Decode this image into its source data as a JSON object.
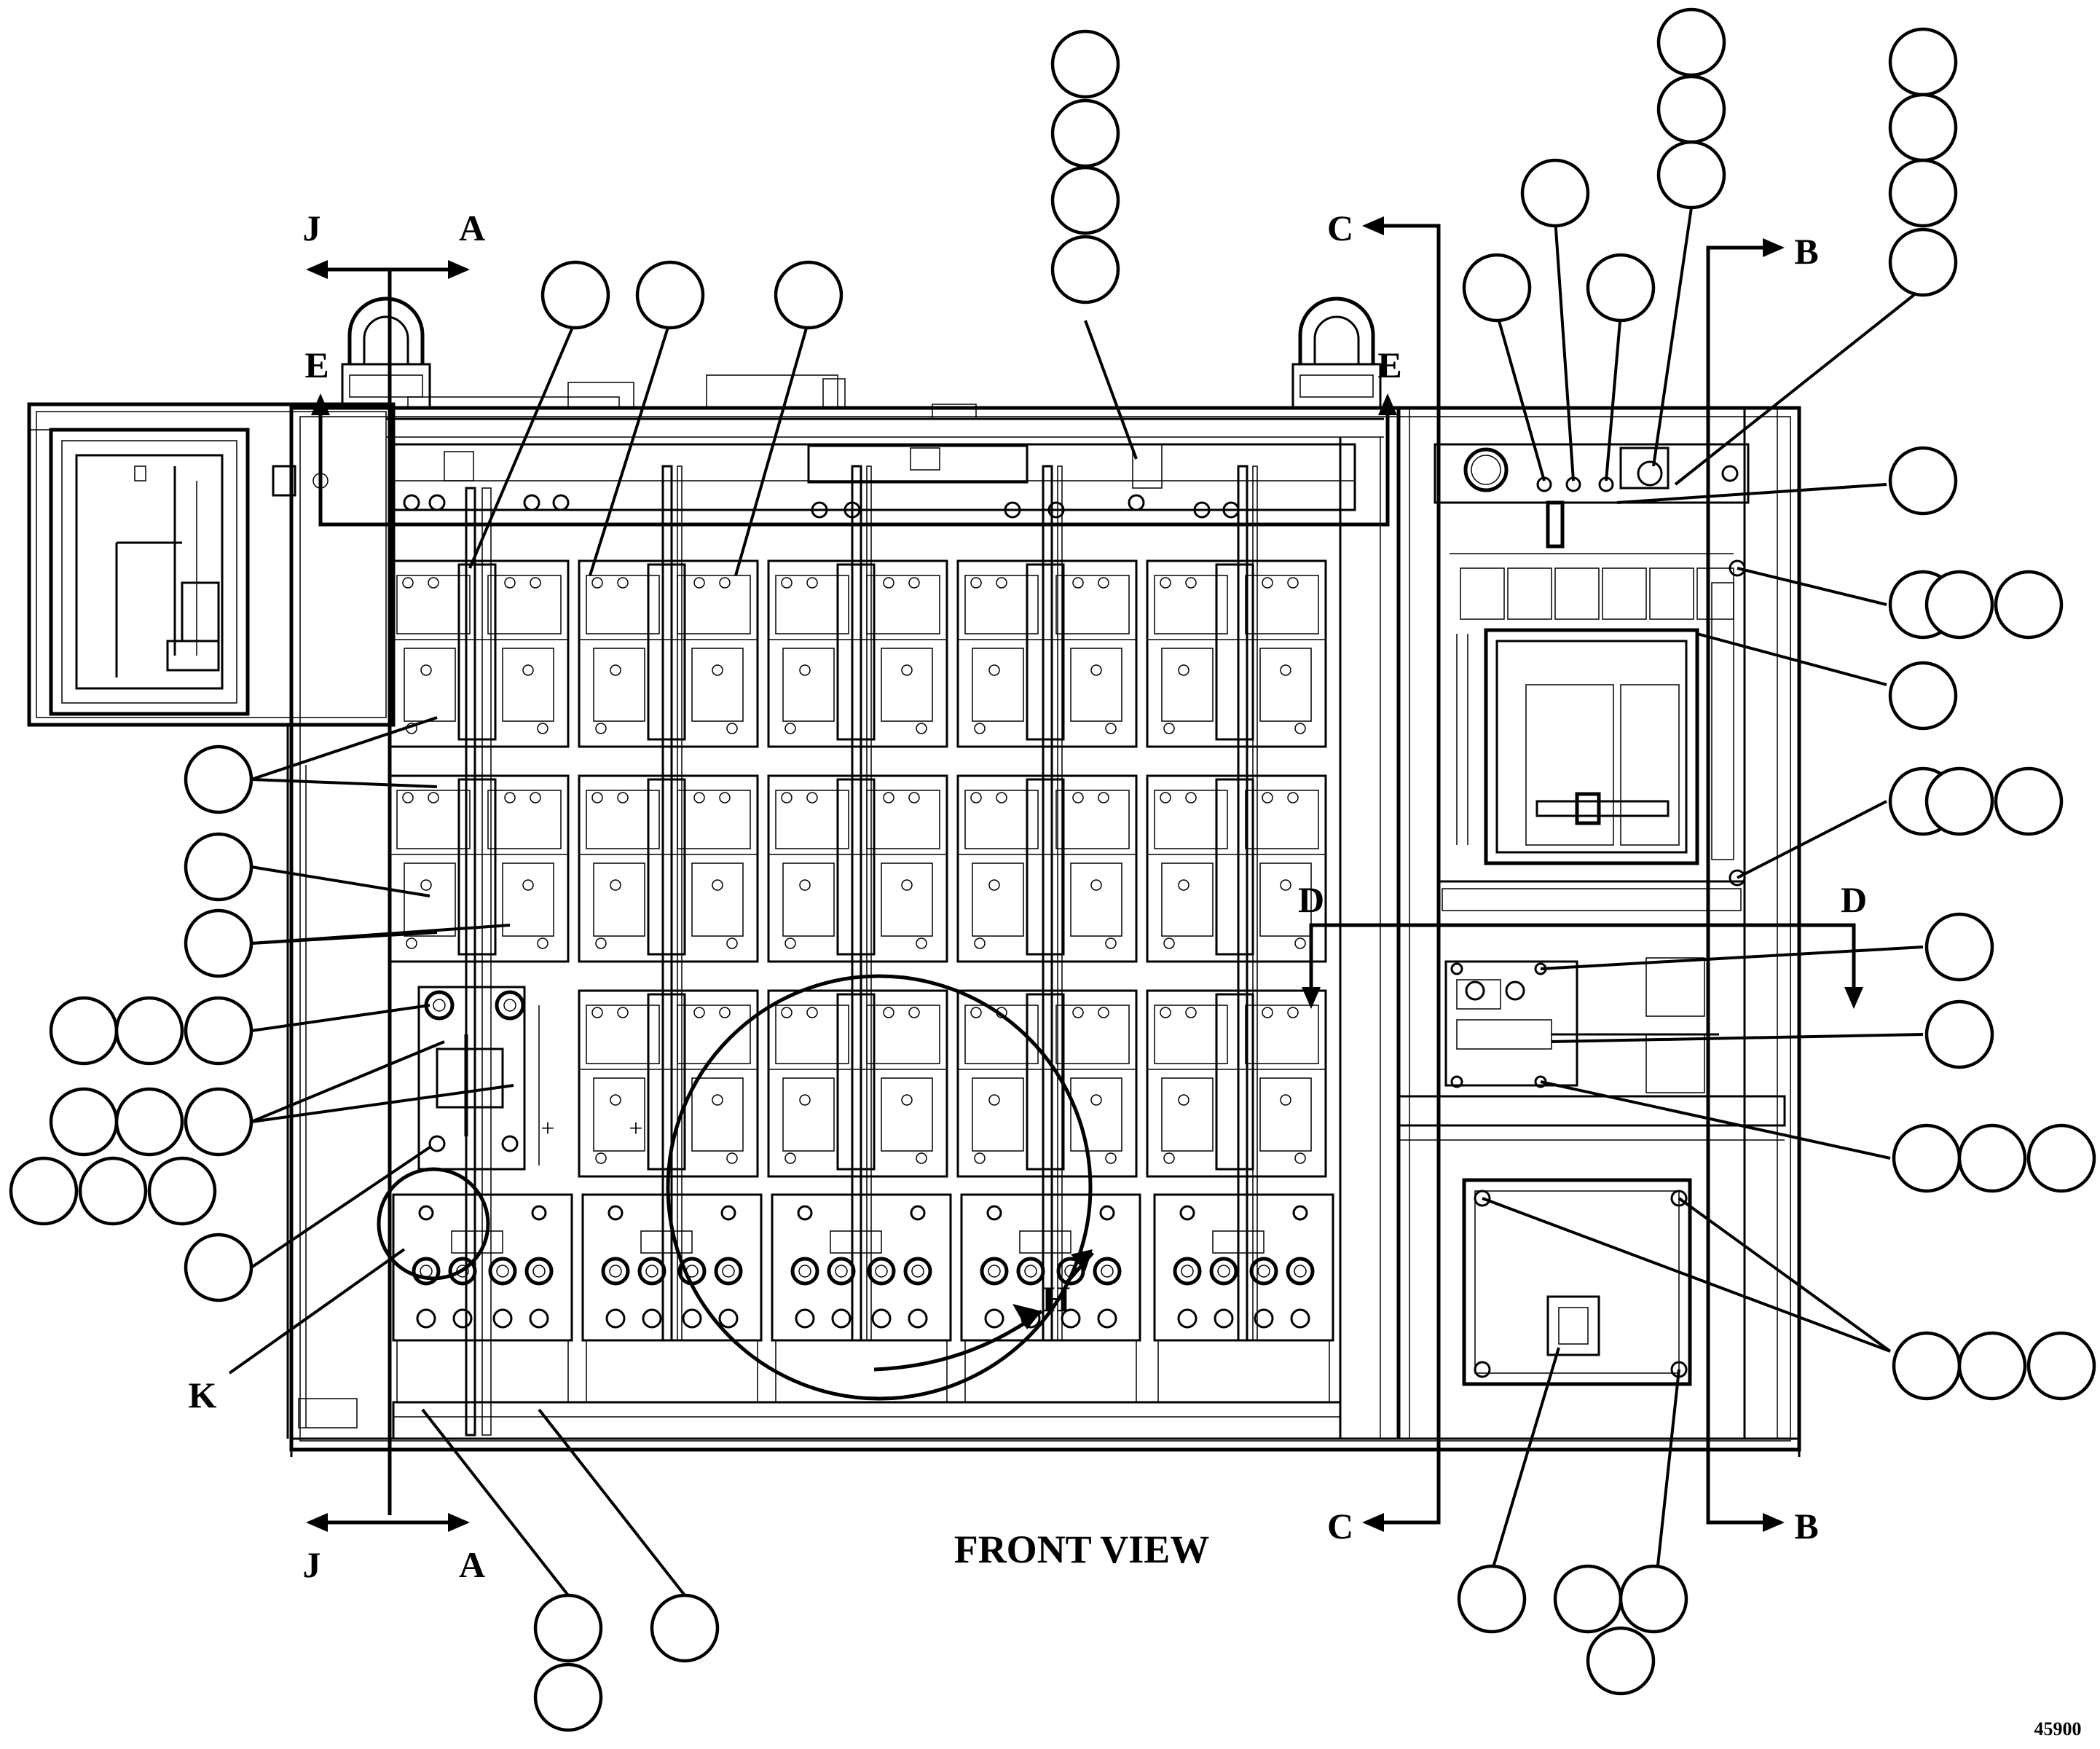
{
  "caption": "FRONT VIEW",
  "drawing_number": "45900",
  "section_marks": {
    "j_top": "J",
    "a_top": "A",
    "j_bottom": "J",
    "a_bottom": "A",
    "e_left": "E",
    "e_right": "E",
    "c_top": "C",
    "c_bottom": "C",
    "b_top": "B",
    "b_bottom": "B",
    "d_left": "D",
    "d_right": "D",
    "k": "K",
    "h": "H"
  },
  "panel_marks": {
    "plus_left": "+",
    "plus_right": "+"
  }
}
